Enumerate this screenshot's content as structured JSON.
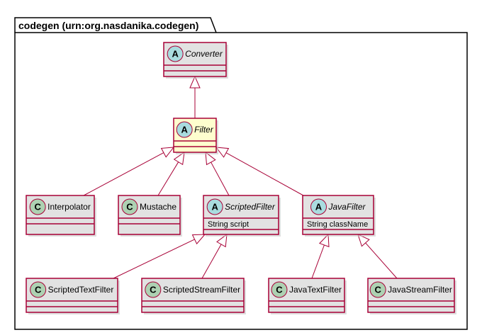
{
  "package": {
    "title": "codegen (urn:org.nasdanika.codegen)"
  },
  "classes": {
    "converter": {
      "name": "Converter",
      "stereotype": "A",
      "abstract": true,
      "attributes": []
    },
    "filter": {
      "name": "Filter",
      "stereotype": "A",
      "abstract": true,
      "highlighted": true,
      "attributes": []
    },
    "interpolator": {
      "name": "Interpolator",
      "stereotype": "C",
      "abstract": false,
      "attributes": []
    },
    "mustache": {
      "name": "Mustache",
      "stereotype": "C",
      "abstract": false,
      "attributes": []
    },
    "scripted_filter": {
      "name": "ScriptedFilter",
      "stereotype": "A",
      "abstract": true,
      "attributes": [
        "String script"
      ]
    },
    "java_filter": {
      "name": "JavaFilter",
      "stereotype": "A",
      "abstract": true,
      "attributes": [
        "String className"
      ]
    },
    "scripted_text_filter": {
      "name": "ScriptedTextFilter",
      "stereotype": "C",
      "abstract": false,
      "attributes": []
    },
    "scripted_stream_filter": {
      "name": "ScriptedStreamFilter",
      "stereotype": "C",
      "abstract": false,
      "attributes": []
    },
    "java_text_filter": {
      "name": "JavaTextFilter",
      "stereotype": "C",
      "abstract": false,
      "attributes": []
    },
    "java_stream_filter": {
      "name": "JavaStreamFilter",
      "stereotype": "C",
      "abstract": false,
      "attributes": []
    }
  },
  "inheritance": [
    {
      "child": "filter",
      "parent": "converter"
    },
    {
      "child": "interpolator",
      "parent": "filter"
    },
    {
      "child": "mustache",
      "parent": "filter"
    },
    {
      "child": "scripted_filter",
      "parent": "filter"
    },
    {
      "child": "java_filter",
      "parent": "filter"
    },
    {
      "child": "scripted_text_filter",
      "parent": "scripted_filter"
    },
    {
      "child": "scripted_stream_filter",
      "parent": "scripted_filter"
    },
    {
      "child": "java_text_filter",
      "parent": "java_filter"
    },
    {
      "child": "java_stream_filter",
      "parent": "java_filter"
    }
  ],
  "colors": {
    "class_fill": "#E2E2E2",
    "highlight_fill": "#FEFECE",
    "border": "#A80036",
    "abstract_badge": "#A9DCDF",
    "class_badge": "#ADD1B2",
    "package_border": "#000000"
  }
}
